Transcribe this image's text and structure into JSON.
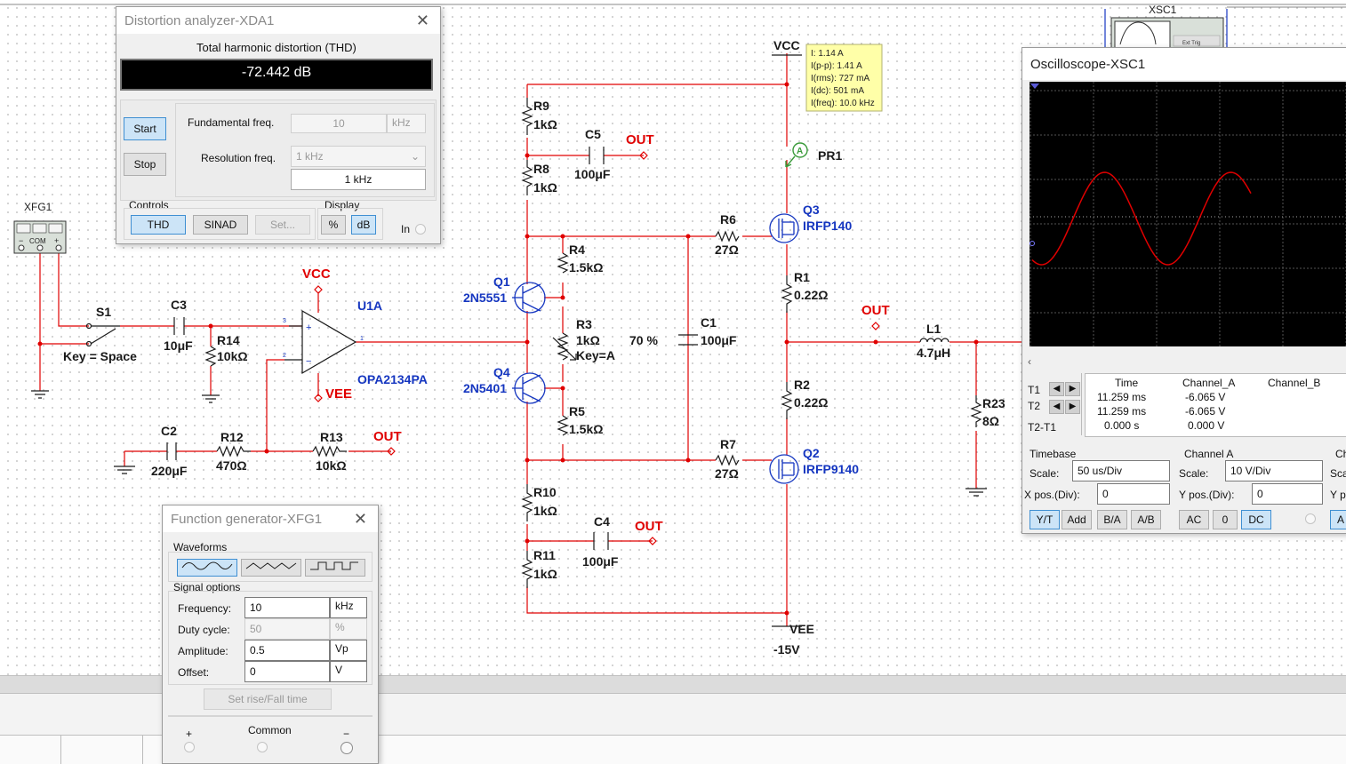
{
  "schematic": {
    "xfg_label": "XFG1",
    "xfg_com": "COM",
    "xfg_minus": "−",
    "xfg_plus": "+",
    "xsc_label": "XSC1",
    "xsc_trig": "Ext Trig",
    "vcc": "VCC",
    "vee": "VEE",
    "vee_value": "-15V",
    "out": "OUT",
    "pr1": "PR1",
    "s1": "S1",
    "key_space": "Key = Space",
    "c3": "C3",
    "c3_val": "10μF",
    "r14": "R14",
    "r14_val": "10kΩ",
    "u1a": "U1A",
    "u1a_part": "OPA2134PA",
    "c2": "C2",
    "c2_val": "220μF",
    "r12": "R12",
    "r12_val": "470Ω",
    "r13": "R13",
    "r13_val": "10kΩ",
    "r9": "R9",
    "r9_val": "1kΩ",
    "r8": "R8",
    "r8_val": "1kΩ",
    "c5": "C5",
    "c5_val": "100μF",
    "q1": "Q1",
    "q1_part": "2N5551",
    "q4": "Q4",
    "q4_part": "2N5401",
    "r4": "R4",
    "r4_val": "1.5kΩ",
    "r3": "R3",
    "r3_val": "1kΩ",
    "r3_key": "Key=A",
    "r3_pct": "70 %",
    "r5": "R5",
    "r5_val": "1.5kΩ",
    "c1": "C1",
    "c1_val": "100μF",
    "r6": "R6",
    "r6_val": "27Ω",
    "r7": "R7",
    "r7_val": "27Ω",
    "q3": "Q3",
    "q3_part": "IRFP140",
    "q2": "Q2",
    "q2_part": "IRFP9140",
    "r1": "R1",
    "r1_val": "0.22Ω",
    "r2": "R2",
    "r2_val": "0.22Ω",
    "r10": "R10",
    "r10_val": "1kΩ",
    "r11": "R11",
    "r11_val": "1kΩ",
    "c4": "C4",
    "c4_val": "100μF",
    "l1": "L1",
    "l1_val": "4.7μH",
    "r23": "R23",
    "r23_val": "8Ω",
    "probe_tooltip": [
      "I: 1.14 A",
      "I(p-p): 1.41 A",
      "I(rms): 727 mA",
      "I(dc): 501 mA",
      "I(freq): 10.0 kHz"
    ]
  },
  "distortion_analyzer": {
    "title": "Distortion analyzer-XDA1",
    "heading": "Total harmonic distortion (THD)",
    "reading": "-72.442 dB",
    "start": "Start",
    "stop": "Stop",
    "fund_label": "Fundamental freq.",
    "fund_value": "10",
    "fund_unit": "kHz",
    "res_label": "Resolution freq.",
    "res_select": "1 kHz",
    "res_value": "1 kHz",
    "controls_label": "Controls",
    "thd": "THD",
    "sinad": "SINAD",
    "set": "Set...",
    "display_label": "Display",
    "percent": "%",
    "db": "dB",
    "in_label": "In"
  },
  "function_generator": {
    "title": "Function generator-XFG1",
    "waveforms_label": "Waveforms",
    "signal_label": "Signal options",
    "rows": [
      {
        "label": "Frequency:",
        "value": "10",
        "unit": "kHz"
      },
      {
        "label": "Duty cycle:",
        "value": "50",
        "unit": "%"
      },
      {
        "label": "Amplitude:",
        "value": "0.5",
        "unit": "Vp"
      },
      {
        "label": "Offset:",
        "value": "0",
        "unit": "V"
      }
    ],
    "rise_fall": "Set rise/Fall time",
    "plus": "+",
    "common": "Common",
    "minus": "−"
  },
  "oscilloscope": {
    "title": "Oscilloscope-XSC1",
    "time_header": "Time",
    "cha_header": "Channel_A",
    "chb_header": "Channel_B",
    "t1": "T1",
    "t2": "T2",
    "t2t1": "T2-T1",
    "t1_time": "11.259 ms",
    "t1_a": "-6.065 V",
    "t2_time": "11.259 ms",
    "t2_a": "-6.065 V",
    "d_time": "0.000 s",
    "d_a": "0.000 V",
    "timebase_label": "Timebase",
    "tb_scale_label": "Scale:",
    "tb_scale": "50 us/Div",
    "xpos_label": "X pos.(Div):",
    "xpos": "0",
    "yt": "Y/T",
    "add": "Add",
    "ba": "B/A",
    "ab": "A/B",
    "cha_label": "Channel A",
    "cha_scale_label": "Scale:",
    "cha_scale": "10  V/Div",
    "ypos_label": "Y pos.(Div):",
    "ypos": "0",
    "ac": "AC",
    "zero": "0",
    "dc": "DC",
    "chb_label_cut": "Ch",
    "chb_scale_cut": "Sca",
    "chb_ypos_cut": "Y p",
    "chb_btn_cut": "A",
    "trace_color": "#e00000"
  }
}
